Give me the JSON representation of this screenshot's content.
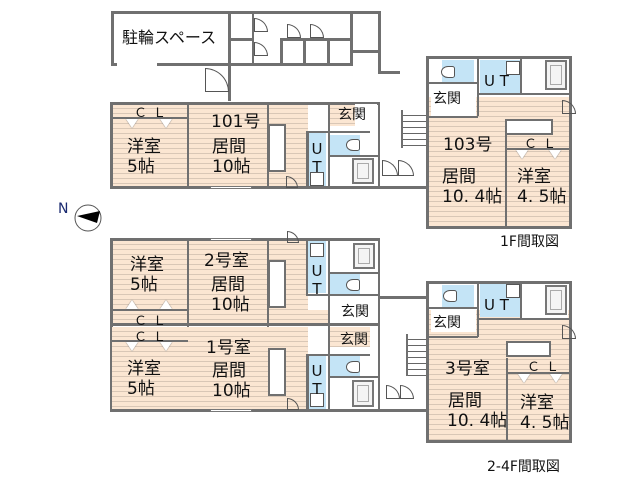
{
  "title": "間取図",
  "bike_area": {
    "label": "駐輪スペース"
  },
  "compass": {
    "label": "N",
    "icon": "north-arrow-icon"
  },
  "floor1": {
    "caption": "1F間取図",
    "unit101": {
      "number": "101号",
      "living": "居間",
      "living_size": "10帖",
      "bedroom": "洋室",
      "bedroom_size": "5帖",
      "closet": "ＣＬ",
      "entrance": "玄関",
      "ut": [
        "U",
        "T"
      ]
    },
    "unit103": {
      "number": "103号",
      "living": "居間",
      "living_size": "10. 4帖",
      "bedroom": "洋室",
      "bedroom_size": "4. 5帖",
      "closet": "ＣＬ",
      "entrance": "玄関",
      "ut": "U T"
    }
  },
  "floor2_4": {
    "caption": "2-4F間取図",
    "unit2": {
      "number": "2号室",
      "living": "居間",
      "living_size": "10帖",
      "bedroom": "洋室",
      "bedroom_size": "5帖",
      "closet": "ＣＬ",
      "entrance": "玄関",
      "ut": [
        "U",
        "T"
      ]
    },
    "unit1": {
      "number": "1号室",
      "living": "居間",
      "living_size": "10帖",
      "bedroom": "洋室",
      "bedroom_size": "5帖",
      "closet": "ＣＬ",
      "entrance": "玄関",
      "ut": [
        "U",
        "T"
      ]
    },
    "unit3": {
      "number": "3号室",
      "living": "居間",
      "living_size": "10. 4帖",
      "bedroom": "洋室",
      "bedroom_size": "4. 5帖",
      "closet": "ＣＬ",
      "entrance": "玄関",
      "ut": "U T"
    }
  },
  "colors": {
    "floor": "#fbe6d2",
    "wet_area": "#c4e4f6",
    "wall": "#707070"
  }
}
